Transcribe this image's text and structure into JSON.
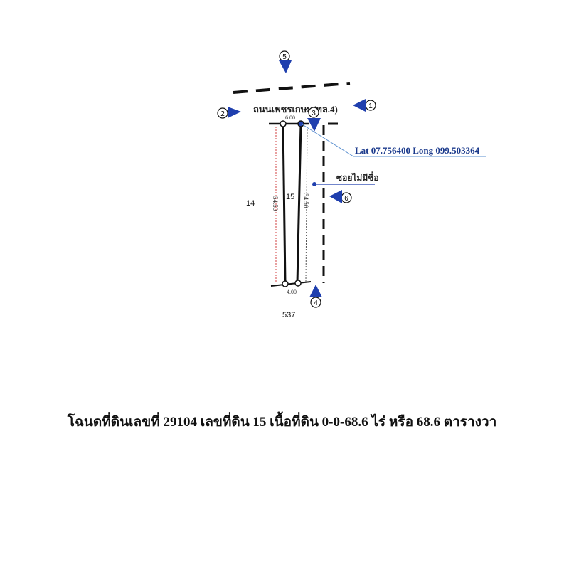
{
  "road_name": "ถนนเพชรเกษม(ทล.4)",
  "alley_name": "ซอยไม่มีชื่อ",
  "coordinates": "Lat 07.756400 Long 099.503364",
  "plots": {
    "left": "14",
    "center": "15",
    "bottom": "537"
  },
  "dimensions": {
    "top": "6.00",
    "bottom": "4.00",
    "left": "54.50",
    "right": "54.50"
  },
  "markers": [
    "1",
    "2",
    "3",
    "4",
    "5",
    "6"
  ],
  "caption": "โฉนดที่ดินเลขที่ 29104 เลขที่ดิน 15 เนื้อที่ดิน 0-0-68.6 ไร่ หรือ 68.6 ตารางวา",
  "colors": {
    "arrow": "#1f3fae",
    "accent_text": "#1b3a8c",
    "dim": "#d04040"
  }
}
